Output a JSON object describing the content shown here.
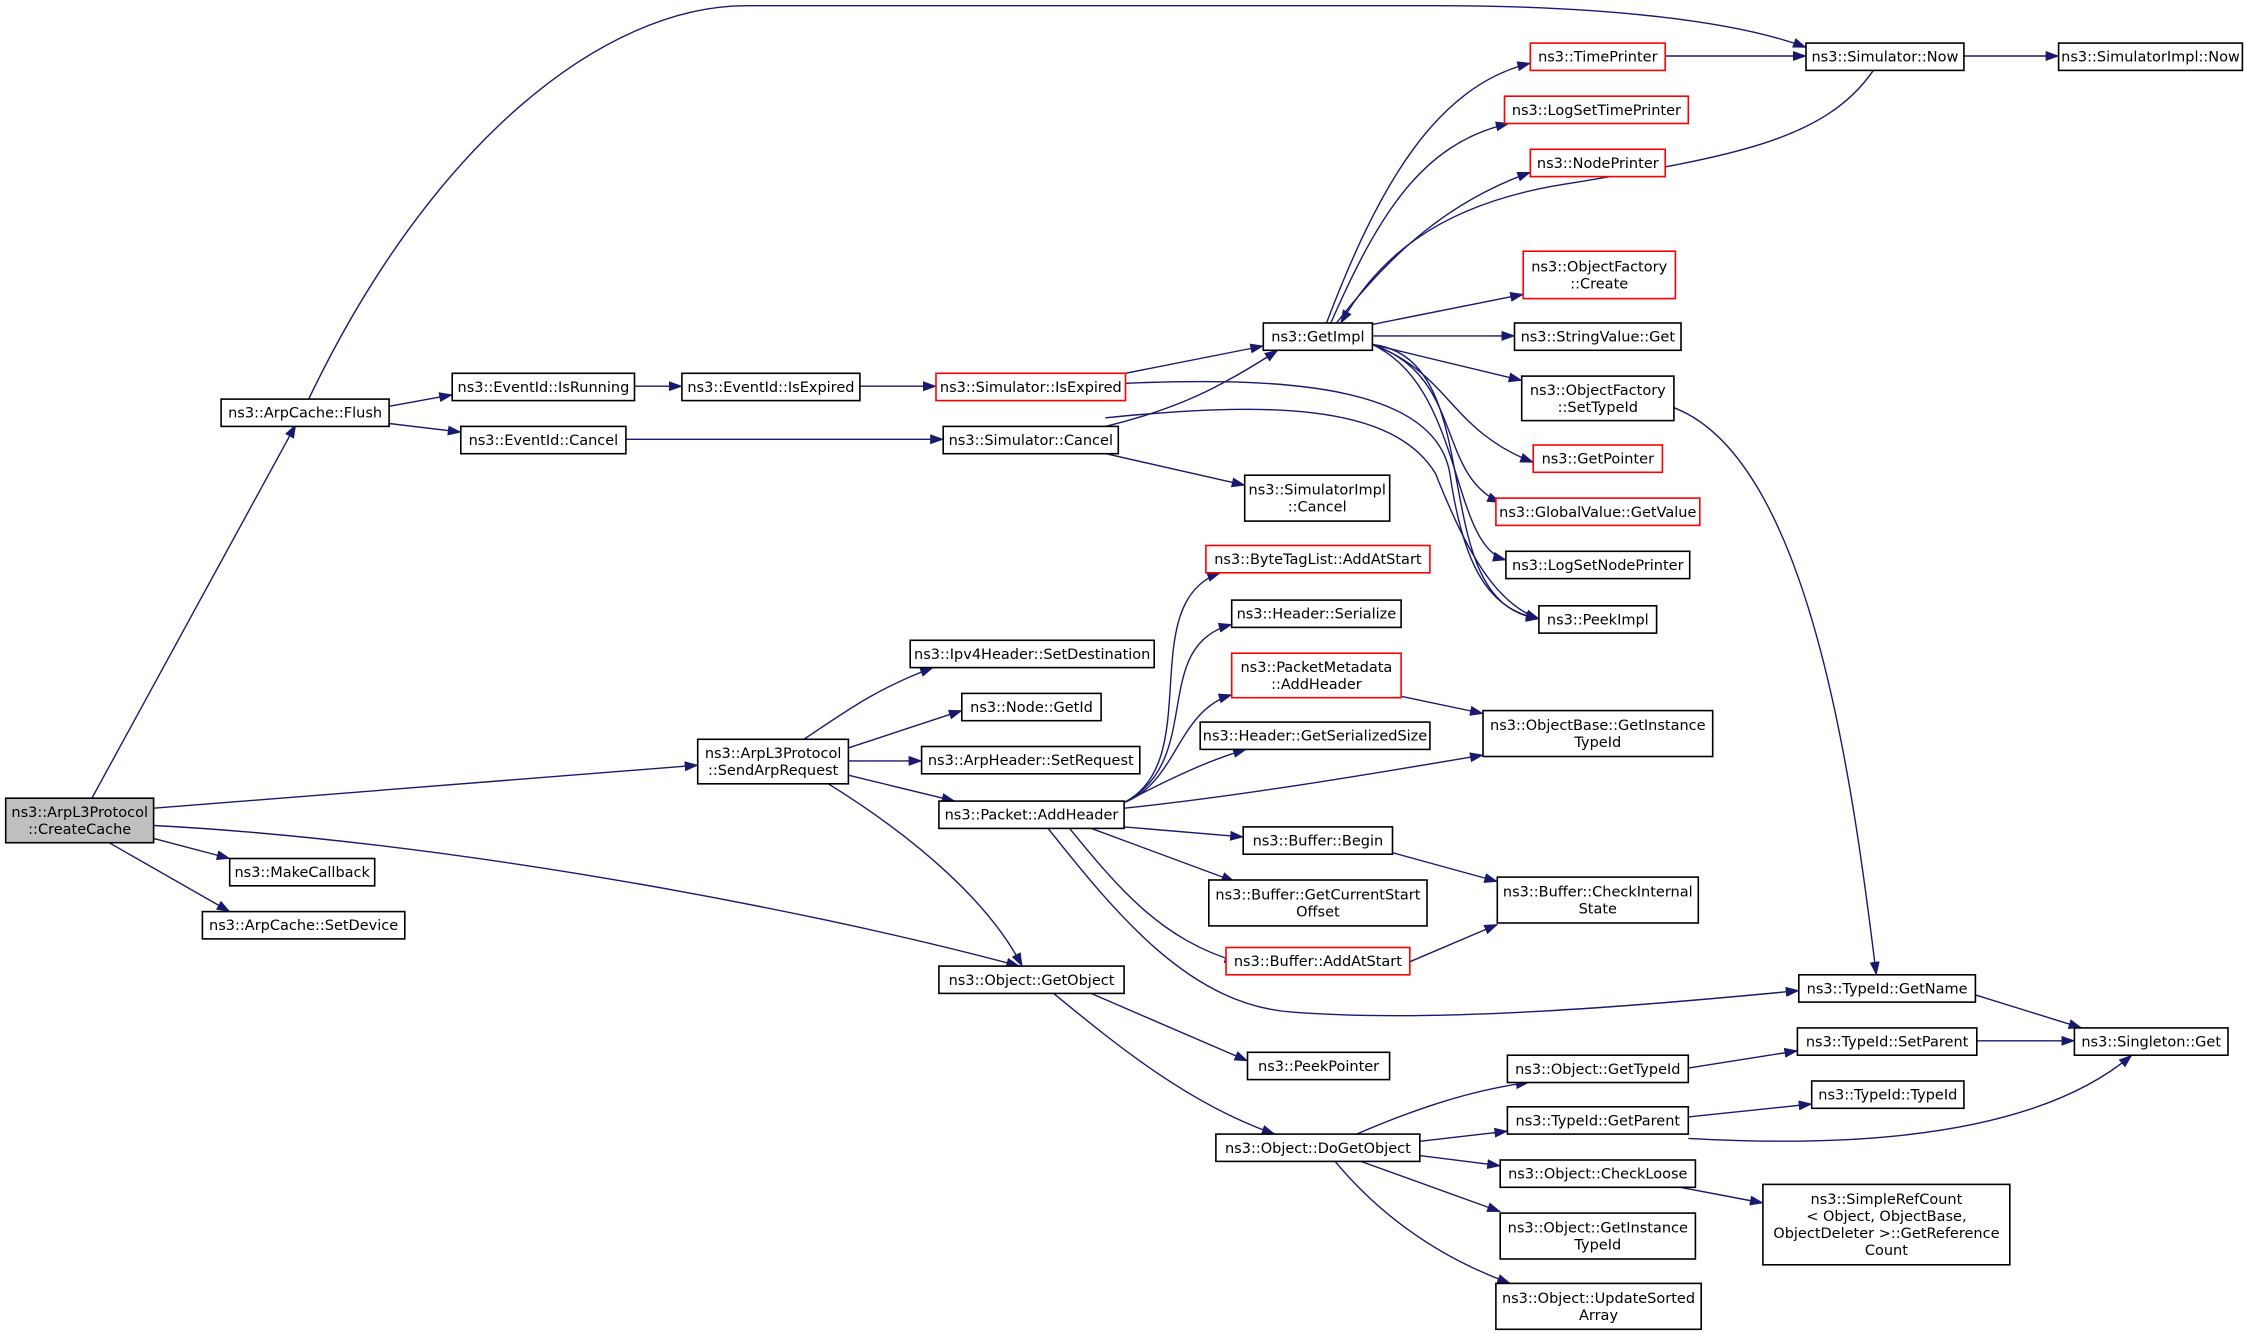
{
  "colors": {
    "edge": "#191970",
    "node_border": "#000000",
    "node_border_truncated": "#ff0000",
    "root_fill": "#bfbfbf",
    "node_fill": "#ffffff"
  },
  "nodes": [
    {
      "id": "n0",
      "lines": [
        "ns3::ArpL3Protocol",
        "::CreateCache"
      ],
      "style": "root"
    },
    {
      "id": "n1",
      "lines": [
        "ns3::ArpCache::Flush"
      ],
      "style": "normal"
    },
    {
      "id": "n2",
      "lines": [
        "ns3::EventId::IsRunning"
      ],
      "style": "normal"
    },
    {
      "id": "n3",
      "lines": [
        "ns3::EventId::IsExpired"
      ],
      "style": "normal"
    },
    {
      "id": "n4",
      "lines": [
        "ns3::Simulator::IsExpired"
      ],
      "style": "truncated"
    },
    {
      "id": "n5",
      "lines": [
        "ns3::EventId::Cancel"
      ],
      "style": "normal"
    },
    {
      "id": "n6",
      "lines": [
        "ns3::Simulator::Cancel"
      ],
      "style": "normal"
    },
    {
      "id": "n7",
      "lines": [
        "ns3::SimulatorImpl",
        "::Cancel"
      ],
      "style": "normal"
    },
    {
      "id": "n8",
      "lines": [
        "ns3::GetImpl"
      ],
      "style": "normal"
    },
    {
      "id": "n9",
      "lines": [
        "ns3::TimePrinter"
      ],
      "style": "truncated"
    },
    {
      "id": "n10",
      "lines": [
        "ns3::Simulator::Now"
      ],
      "style": "normal"
    },
    {
      "id": "n11",
      "lines": [
        "ns3::SimulatorImpl::Now"
      ],
      "style": "normal"
    },
    {
      "id": "n12",
      "lines": [
        "ns3::LogSetTimePrinter"
      ],
      "style": "truncated"
    },
    {
      "id": "n13",
      "lines": [
        "ns3::NodePrinter"
      ],
      "style": "truncated"
    },
    {
      "id": "n14",
      "lines": [
        "ns3::ObjectFactory",
        "::Create"
      ],
      "style": "truncated"
    },
    {
      "id": "n15",
      "lines": [
        "ns3::StringValue::Get"
      ],
      "style": "normal"
    },
    {
      "id": "n16",
      "lines": [
        "ns3::ObjectFactory",
        "::SetTypeId"
      ],
      "style": "normal"
    },
    {
      "id": "n17",
      "lines": [
        "ns3::GetPointer"
      ],
      "style": "truncated"
    },
    {
      "id": "n18",
      "lines": [
        "ns3::GlobalValue::GetValue"
      ],
      "style": "truncated"
    },
    {
      "id": "n19",
      "lines": [
        "ns3::LogSetNodePrinter"
      ],
      "style": "normal"
    },
    {
      "id": "n20",
      "lines": [
        "ns3::PeekImpl"
      ],
      "style": "normal"
    },
    {
      "id": "n21",
      "lines": [
        "ns3::ArpL3Protocol",
        "::SendArpRequest"
      ],
      "style": "normal"
    },
    {
      "id": "n22",
      "lines": [
        "ns3::Ipv4Header::SetDestination"
      ],
      "style": "normal"
    },
    {
      "id": "n23",
      "lines": [
        "ns3::Node::GetId"
      ],
      "style": "normal"
    },
    {
      "id": "n24",
      "lines": [
        "ns3::ArpHeader::SetRequest"
      ],
      "style": "normal"
    },
    {
      "id": "n25",
      "lines": [
        "ns3::Packet::AddHeader"
      ],
      "style": "normal"
    },
    {
      "id": "n26",
      "lines": [
        "ns3::ByteTagList::AddAtStart"
      ],
      "style": "truncated"
    },
    {
      "id": "n27",
      "lines": [
        "ns3::Header::Serialize"
      ],
      "style": "normal"
    },
    {
      "id": "n28",
      "lines": [
        "ns3::PacketMetadata",
        "::AddHeader"
      ],
      "style": "truncated"
    },
    {
      "id": "n29",
      "lines": [
        "ns3::Header::GetSerializedSize"
      ],
      "style": "normal"
    },
    {
      "id": "n30",
      "lines": [
        "ns3::ObjectBase::GetInstance",
        "TypeId"
      ],
      "style": "normal"
    },
    {
      "id": "n31",
      "lines": [
        "ns3::Buffer::Begin"
      ],
      "style": "normal"
    },
    {
      "id": "n32",
      "lines": [
        "ns3::Buffer::GetCurrentStart",
        "Offset"
      ],
      "style": "normal"
    },
    {
      "id": "n33",
      "lines": [
        "ns3::Buffer::CheckInternal",
        "State"
      ],
      "style": "normal"
    },
    {
      "id": "n34",
      "lines": [
        "ns3::Buffer::AddAtStart"
      ],
      "style": "truncated"
    },
    {
      "id": "n35",
      "lines": [
        "ns3::TypeId::GetName"
      ],
      "style": "normal"
    },
    {
      "id": "n36",
      "lines": [
        "ns3::Singleton::Get"
      ],
      "style": "normal"
    },
    {
      "id": "n37",
      "lines": [
        "ns3::MakeCallback"
      ],
      "style": "normal"
    },
    {
      "id": "n38",
      "lines": [
        "ns3::ArpCache::SetDevice"
      ],
      "style": "normal"
    },
    {
      "id": "n39",
      "lines": [
        "ns3::Object::GetObject"
      ],
      "style": "normal"
    },
    {
      "id": "n40",
      "lines": [
        "ns3::PeekPointer"
      ],
      "style": "normal"
    },
    {
      "id": "n41",
      "lines": [
        "ns3::Object::DoGetObject"
      ],
      "style": "normal"
    },
    {
      "id": "n42",
      "lines": [
        "ns3::Object::GetTypeId"
      ],
      "style": "normal"
    },
    {
      "id": "n43",
      "lines": [
        "ns3::TypeId::SetParent"
      ],
      "style": "normal"
    },
    {
      "id": "n44",
      "lines": [
        "ns3::TypeId::GetParent"
      ],
      "style": "normal"
    },
    {
      "id": "n45",
      "lines": [
        "ns3::TypeId::TypeId"
      ],
      "style": "normal"
    },
    {
      "id": "n46",
      "lines": [
        "ns3::Object::CheckLoose"
      ],
      "style": "normal"
    },
    {
      "id": "n47",
      "lines": [
        "ns3::SimpleRefCount",
        "< Object, ObjectBase,",
        "ObjectDeleter >::GetReference",
        "Count"
      ],
      "style": "normal"
    },
    {
      "id": "n48",
      "lines": [
        "ns3::Object::GetInstance",
        "TypeId"
      ],
      "style": "normal"
    },
    {
      "id": "n49",
      "lines": [
        "ns3::Object::UpdateSorted",
        "Array"
      ],
      "style": "normal"
    }
  ],
  "edges": [
    {
      "from": "n0",
      "to": "n1"
    },
    {
      "from": "n0",
      "to": "n21"
    },
    {
      "from": "n0",
      "to": "n37"
    },
    {
      "from": "n0",
      "to": "n38"
    },
    {
      "from": "n0",
      "to": "n39"
    },
    {
      "from": "n1",
      "to": "n10"
    },
    {
      "from": "n1",
      "to": "n2"
    },
    {
      "from": "n1",
      "to": "n5"
    },
    {
      "from": "n2",
      "to": "n3"
    },
    {
      "from": "n3",
      "to": "n4"
    },
    {
      "from": "n4",
      "to": "n8"
    },
    {
      "from": "n4",
      "to": "n20"
    },
    {
      "from": "n5",
      "to": "n6"
    },
    {
      "from": "n6",
      "to": "n8"
    },
    {
      "from": "n6",
      "to": "n20"
    },
    {
      "from": "n6",
      "to": "n7"
    },
    {
      "from": "n8",
      "to": "n9"
    },
    {
      "from": "n8",
      "to": "n12"
    },
    {
      "from": "n8",
      "to": "n13"
    },
    {
      "from": "n8",
      "to": "n14"
    },
    {
      "from": "n8",
      "to": "n15"
    },
    {
      "from": "n8",
      "to": "n16"
    },
    {
      "from": "n8",
      "to": "n17"
    },
    {
      "from": "n8",
      "to": "n18"
    },
    {
      "from": "n8",
      "to": "n19"
    },
    {
      "from": "n8",
      "to": "n20"
    },
    {
      "from": "n9",
      "to": "n10"
    },
    {
      "from": "n10",
      "to": "n11"
    },
    {
      "from": "n10",
      "to": "n8"
    },
    {
      "from": "n16",
      "to": "n35"
    },
    {
      "from": "n21",
      "to": "n22"
    },
    {
      "from": "n21",
      "to": "n23"
    },
    {
      "from": "n21",
      "to": "n24"
    },
    {
      "from": "n21",
      "to": "n25"
    },
    {
      "from": "n21",
      "to": "n39"
    },
    {
      "from": "n25",
      "to": "n26"
    },
    {
      "from": "n25",
      "to": "n27"
    },
    {
      "from": "n25",
      "to": "n28"
    },
    {
      "from": "n25",
      "to": "n29"
    },
    {
      "from": "n25",
      "to": "n30"
    },
    {
      "from": "n25",
      "to": "n31"
    },
    {
      "from": "n25",
      "to": "n32"
    },
    {
      "from": "n25",
      "to": "n34"
    },
    {
      "from": "n25",
      "to": "n35"
    },
    {
      "from": "n28",
      "to": "n30"
    },
    {
      "from": "n31",
      "to": "n33"
    },
    {
      "from": "n34",
      "to": "n33"
    },
    {
      "from": "n35",
      "to": "n36"
    },
    {
      "from": "n39",
      "to": "n40"
    },
    {
      "from": "n39",
      "to": "n41"
    },
    {
      "from": "n41",
      "to": "n42"
    },
    {
      "from": "n41",
      "to": "n44"
    },
    {
      "from": "n41",
      "to": "n46"
    },
    {
      "from": "n41",
      "to": "n48"
    },
    {
      "from": "n41",
      "to": "n49"
    },
    {
      "from": "n42",
      "to": "n43"
    },
    {
      "from": "n43",
      "to": "n36"
    },
    {
      "from": "n44",
      "to": "n45"
    },
    {
      "from": "n44",
      "to": "n36"
    },
    {
      "from": "n46",
      "to": "n47"
    }
  ]
}
